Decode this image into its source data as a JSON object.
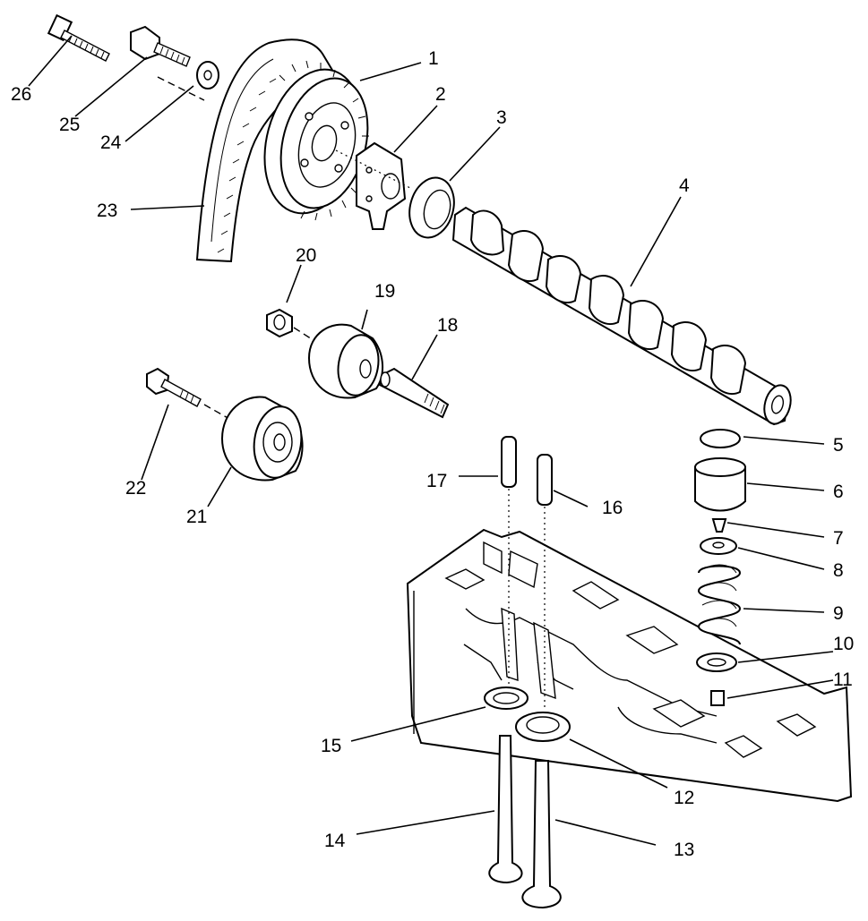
{
  "diagram": {
    "callouts": [
      {
        "id": "1",
        "text": "1"
      },
      {
        "id": "2",
        "text": "2"
      },
      {
        "id": "3",
        "text": "3"
      },
      {
        "id": "4",
        "text": "4"
      },
      {
        "id": "5",
        "text": "5"
      },
      {
        "id": "6",
        "text": "6"
      },
      {
        "id": "7",
        "text": "7"
      },
      {
        "id": "8",
        "text": "8"
      },
      {
        "id": "9",
        "text": "9"
      },
      {
        "id": "10",
        "text": "10"
      },
      {
        "id": "11",
        "text": "11"
      },
      {
        "id": "12",
        "text": "12"
      },
      {
        "id": "13",
        "text": "13"
      },
      {
        "id": "14",
        "text": "14"
      },
      {
        "id": "15",
        "text": "15"
      },
      {
        "id": "16",
        "text": "16"
      },
      {
        "id": "17",
        "text": "17"
      },
      {
        "id": "18",
        "text": "18"
      },
      {
        "id": "19",
        "text": "19"
      },
      {
        "id": "20",
        "text": "20"
      },
      {
        "id": "21",
        "text": "21"
      },
      {
        "id": "22",
        "text": "22"
      },
      {
        "id": "23",
        "text": "23"
      },
      {
        "id": "24",
        "text": "24"
      },
      {
        "id": "25",
        "text": "25"
      },
      {
        "id": "26",
        "text": "26"
      }
    ]
  }
}
